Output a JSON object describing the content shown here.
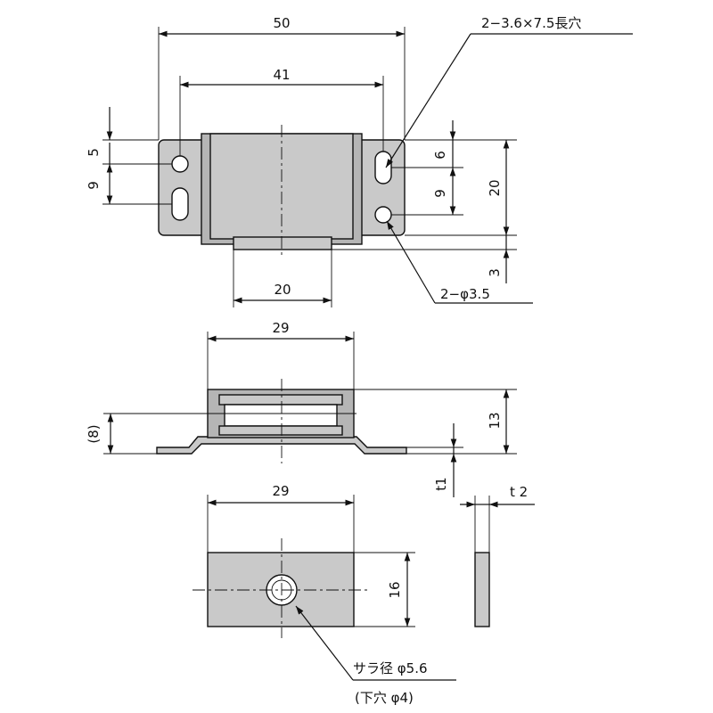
{
  "top_view": {
    "dim_overall_width": "50",
    "dim_hole_pitch": "41",
    "dim_body_bottom": "20",
    "dim_left_top": "5",
    "dim_left_slot": "9",
    "dim_right_slot": "6",
    "dim_right_pitch": "9",
    "dim_height": "20",
    "dim_bottom_offset": "3",
    "note_slot": "2−3.6×7.5長穴",
    "note_hole": "2−φ3.5"
  },
  "side_view": {
    "dim_width": "29",
    "dim_paren": "(8)",
    "dim_height": "13",
    "dim_t1": "t1"
  },
  "plate_view": {
    "dim_width": "29",
    "dim_height": "16",
    "dim_t2": "t 2",
    "note_countersink": "サラ径 φ5.6",
    "note_pilot": "(下穴 φ4)"
  }
}
